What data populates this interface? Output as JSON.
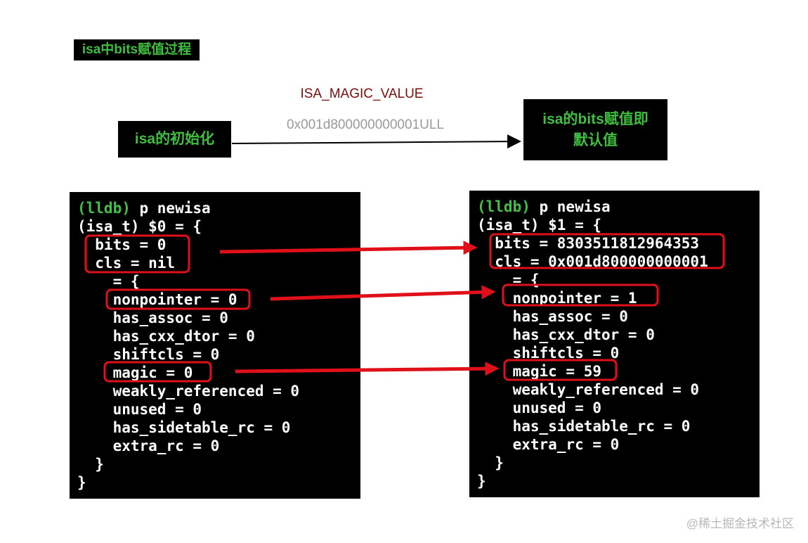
{
  "title": "isa中bits赋值过程",
  "flow": {
    "from_box": "isa的初始化",
    "to_box_line1": "isa的bits赋值即",
    "to_box_line2": "默认值",
    "label_top": "ISA_MAGIC_VALUE",
    "label_bottom": "0x001d800000000001ULL"
  },
  "left_terminal": {
    "prompt": "(lldb)",
    "command": " p newisa",
    "lines": [
      "(isa_t) $0 = {",
      "  bits = 0",
      "  cls = nil",
      "    = {",
      "    nonpointer = 0",
      "    has_assoc = 0",
      "    has_cxx_dtor = 0",
      "    shiftcls = 0",
      "    magic = 0",
      "    weakly_referenced = 0",
      "    unused = 0",
      "    has_sidetable_rc = 0",
      "    extra_rc = 0",
      "  }",
      "}"
    ]
  },
  "right_terminal": {
    "prompt": "(lldb)",
    "command": " p newisa",
    "lines": [
      "(isa_t) $1 = {",
      "  bits = 8303511812964353",
      "  cls = 0x001d800000000001",
      "    = {",
      "    nonpointer = 1",
      "    has_assoc = 0",
      "    has_cxx_dtor = 0",
      "    shiftcls = 0",
      "    magic = 59",
      "    weakly_referenced = 0",
      "    unused = 0",
      "    has_sidetable_rc = 0",
      "    extra_rc = 0",
      "  }",
      "}"
    ]
  },
  "watermark": "@稀土掘金技术社区",
  "colors": {
    "green": "#3fbf3f",
    "highlight": "#e0101a",
    "magic_label": "#7a0e0e"
  }
}
